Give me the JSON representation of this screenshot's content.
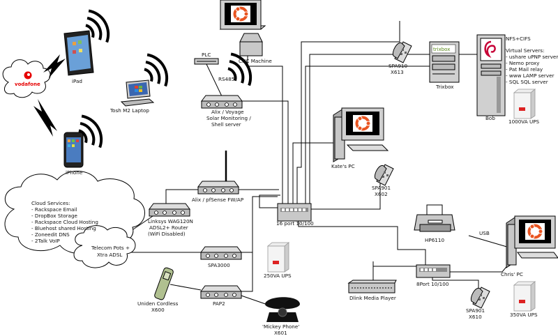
{
  "devices": {
    "cnc": {
      "label": "CNC Machine"
    },
    "plc": {
      "label": "PLC"
    },
    "rs485": {
      "label": "RS485"
    },
    "alix_voyage": {
      "line1": "Alix / Voyage",
      "line2": "Solar Monitoring /",
      "line3": "Shell server"
    },
    "ipad": {
      "label": "iPad"
    },
    "laptop": {
      "label": "Tosh M2 Laptop"
    },
    "iphone": {
      "label": "iPhone"
    },
    "vodafone": {
      "label": "vodafone"
    },
    "kates_pc": {
      "label": "Kate's PC"
    },
    "spa910": {
      "line1": "SPA910",
      "line2": "X613"
    },
    "trixbox": {
      "label": "Trixbox",
      "logo": "trixbox"
    },
    "bob": {
      "label": "Bob"
    },
    "bob_services": {
      "lines": [
        "NFS+CIFS",
        "",
        "Virtual Servers:",
        "- ushare uPNP server",
        "- Nemo proxy",
        "- Pat Mail relay",
        "- www LAMP server",
        "- SQL SQL server"
      ]
    },
    "ups1000": {
      "label": "1000VA UPS"
    },
    "spa901_a": {
      "line1": "SPA901",
      "line2": "X602"
    },
    "alix_pfsense": {
      "label": "Alix / pfSense FW/AP"
    },
    "switch16": {
      "label": "16 port 10/100"
    },
    "linksys": {
      "line1": "Linksys WAG120N",
      "line2": "ADSL2+ Router",
      "line3": "(WiFi Disabled)"
    },
    "cloud_services": {
      "lines": [
        "Cloud Services:",
        "- Rackspace Email",
        "- DropBox Storage",
        "- Rackspace Cloud Hosting",
        "- Bluehost shared Hosting",
        "- Zoneedit DNS",
        "- 2Talk VoIP"
      ]
    },
    "telecom": {
      "line1": "Telecom Pots +",
      "line2": "Xtra ADSL"
    },
    "spa3000": {
      "label": "SPA3000"
    },
    "ups250": {
      "label": "250VA UPS"
    },
    "hp6110": {
      "label": "HP6110"
    },
    "usb": {
      "label": "USB"
    },
    "chris_pc": {
      "label": "Chris' PC"
    },
    "switch8": {
      "label": "8Port 10/100"
    },
    "dlink": {
      "label": "Dlink Media Player"
    },
    "uniden": {
      "line1": "Uniden Cordless",
      "line2": "X600"
    },
    "pap2": {
      "label": "PAP2"
    },
    "mickey": {
      "line1": "'Mickey Phone'",
      "line2": "X601"
    },
    "spa901_b": {
      "line1": "SPA901",
      "line2": "X610"
    },
    "ups350": {
      "label": "350VA UPS"
    }
  },
  "colors": {
    "ubuntu": "#e95420",
    "vodafone": "#e60000",
    "line": "#000000",
    "device": "#c8c8c8"
  }
}
